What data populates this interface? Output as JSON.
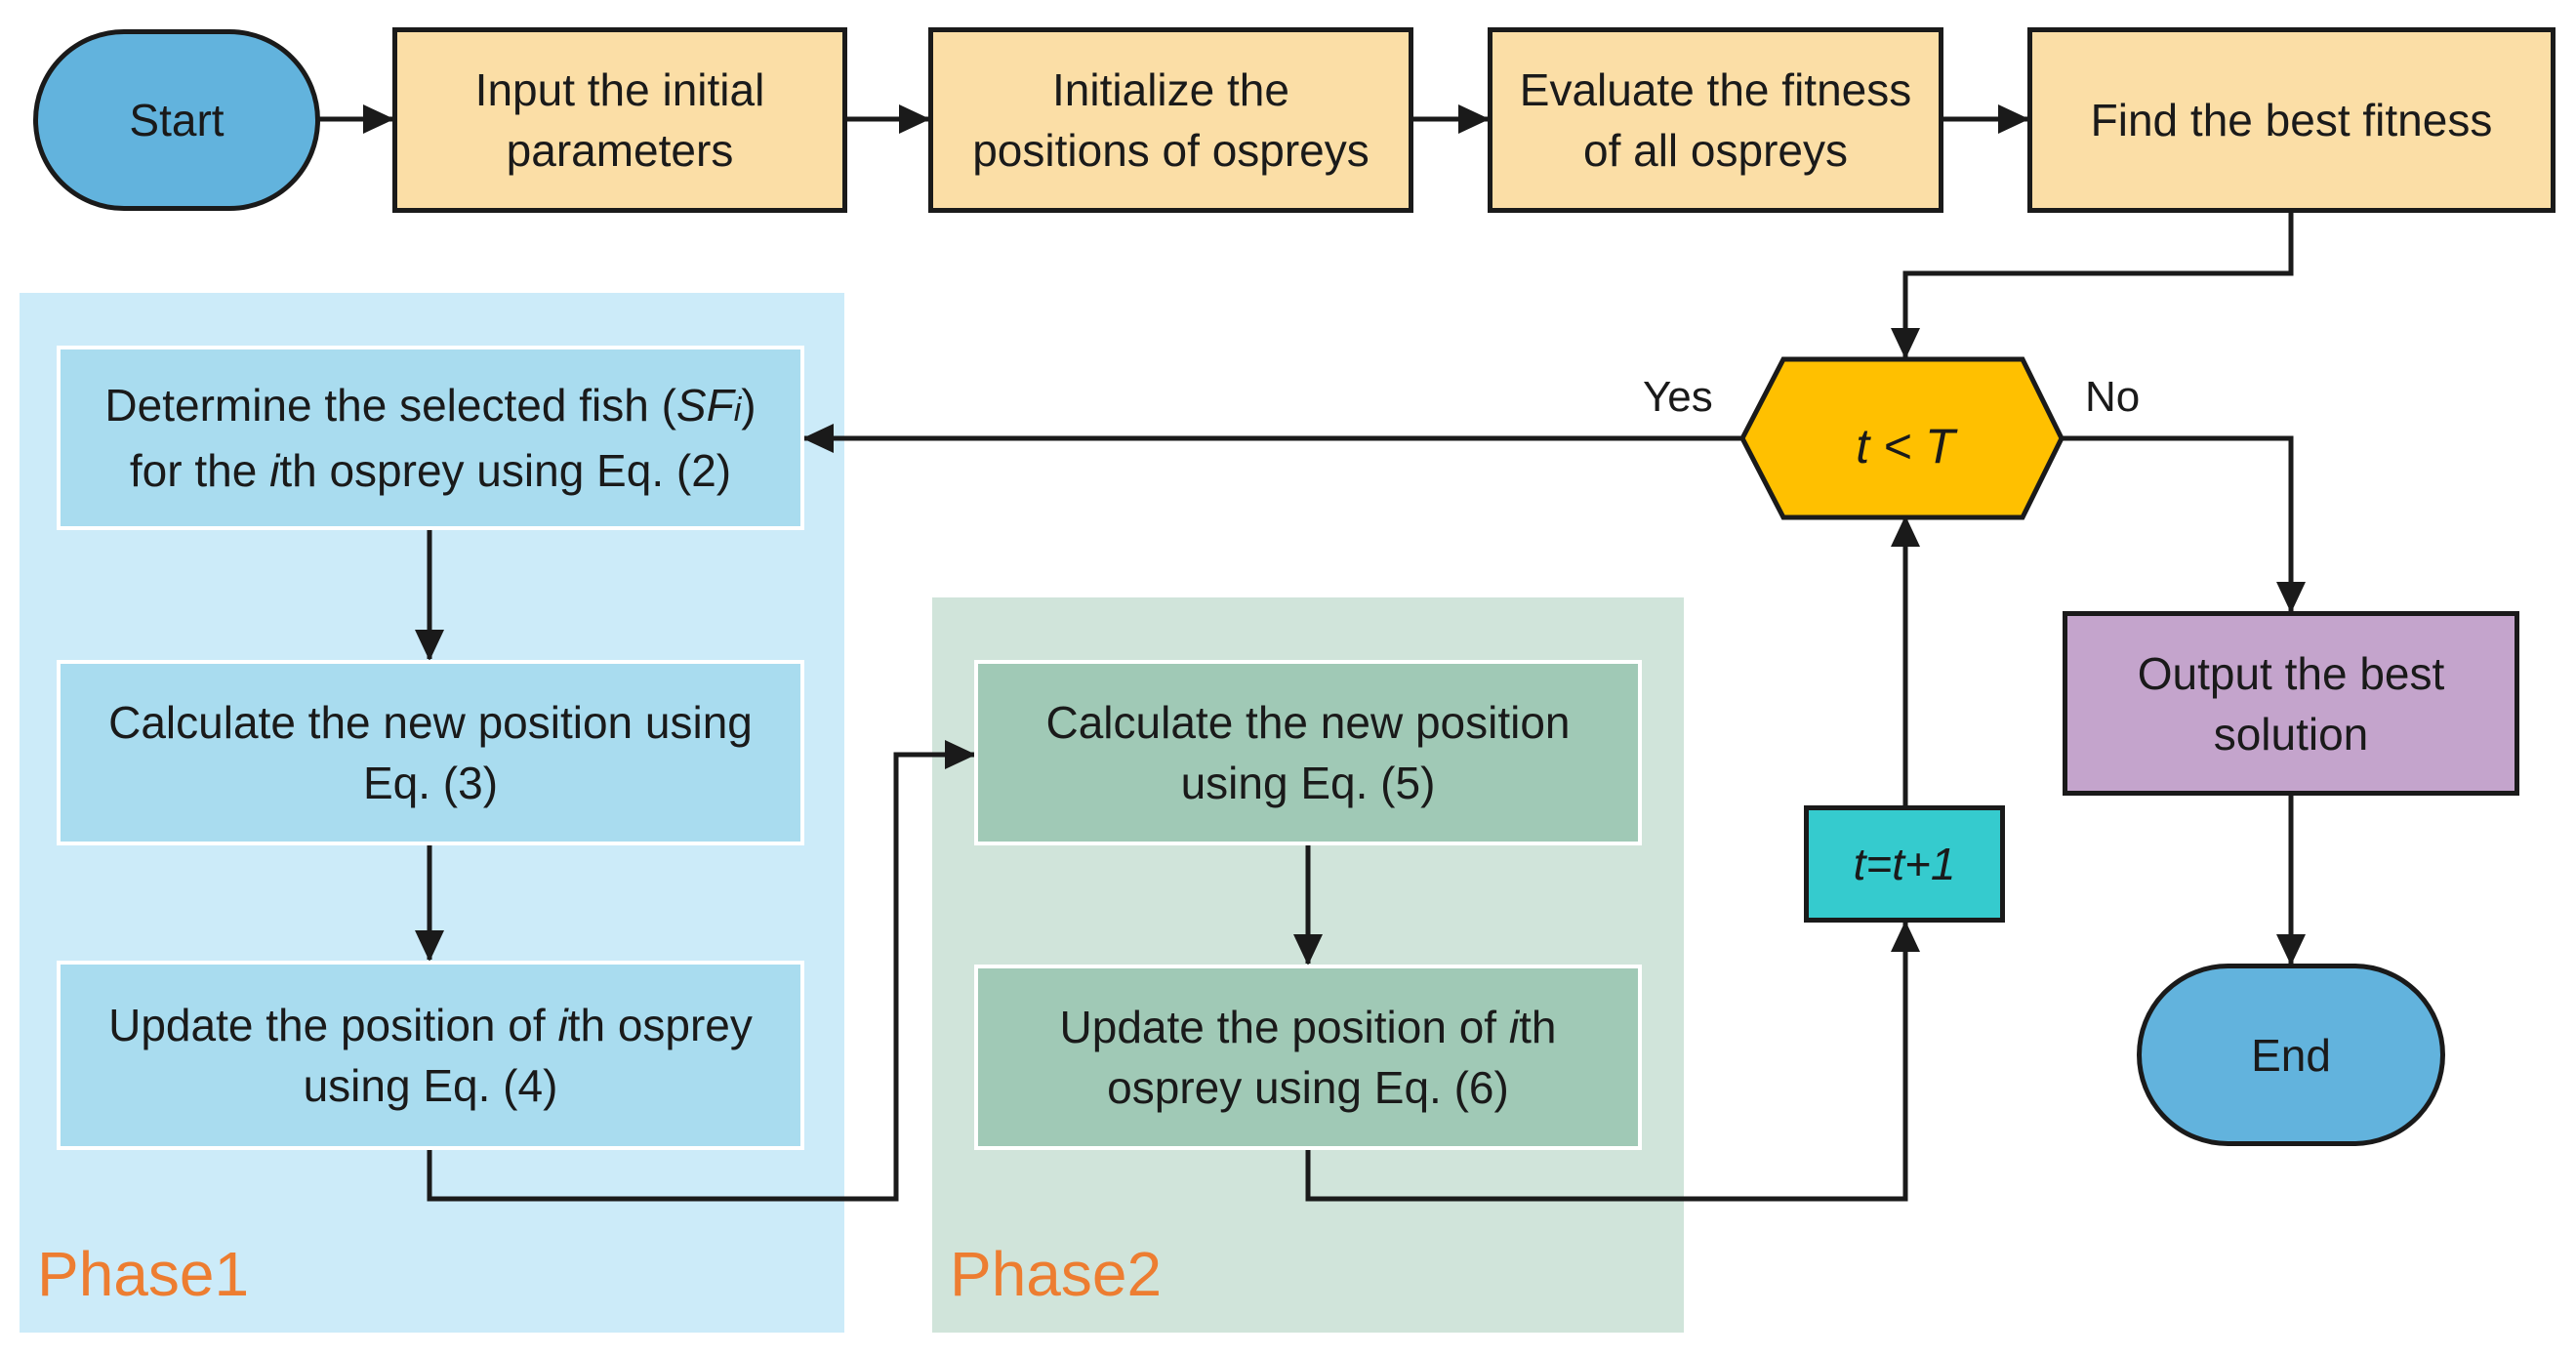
{
  "diagram": {
    "start": "Start",
    "end": "End",
    "top_row": [
      {
        "line1": "Input the initial",
        "line2": "parameters"
      },
      {
        "line1": "Initialize the",
        "line2": "positions of ospreys"
      },
      {
        "line1": "Evaluate the fitness",
        "line2": "of all ospreys"
      },
      {
        "line1": "Find the best fitness",
        "line2": ""
      }
    ],
    "decision": {
      "text": "t < T",
      "yes_label": "Yes",
      "no_label": "No"
    },
    "output": {
      "line1": "Output the best",
      "line2": "solution"
    },
    "counter": {
      "text": "t=t+1"
    },
    "phase1": {
      "label": "Phase1",
      "step1": {
        "line1_a": "Determine the selected fish (",
        "line1_italic": "SF",
        "line1_sub": "i",
        "line1_b": ")",
        "line2_a": "for the ",
        "line2_italic": "i",
        "line2_b": "th osprey using Eq. (2)"
      },
      "step2": {
        "line1": "Calculate the new position using",
        "line2": "Eq. (3)"
      },
      "step3": {
        "line1_a": "Update the position of ",
        "line1_italic": "i",
        "line1_b": "th osprey",
        "line2": "using Eq. (4)"
      }
    },
    "phase2": {
      "label": "Phase2",
      "step1": {
        "line1": "Calculate the new position",
        "line2": "using Eq. (5)"
      },
      "step2": {
        "line1_a": "Update the position of ",
        "line1_italic": "i",
        "line1_b": "th",
        "line2": "osprey using Eq. (6)"
      }
    },
    "colors": {
      "terminal": "#62B3DD",
      "process": "#FBDEA6",
      "phase1_bg": "#CCEBF9",
      "phase1_box": "#A9DCEF",
      "phase2_bg": "#D0E4DA",
      "phase2_box": "#A0C9B6",
      "decision": "#FFC000",
      "output": "#C4A4CC",
      "counter": "#35CBCE",
      "phase_label": "#ED7D31"
    }
  }
}
